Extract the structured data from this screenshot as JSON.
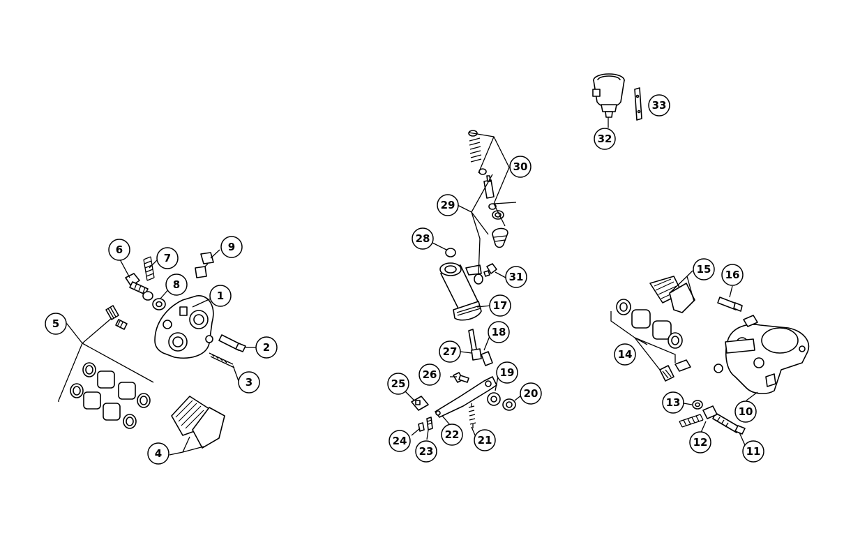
{
  "callouts": [
    "1",
    "2",
    "3",
    "4",
    "5",
    "6",
    "7",
    "8",
    "9",
    "10",
    "11",
    "12",
    "13",
    "14",
    "15",
    "16",
    "17",
    "18",
    "19",
    "20",
    "21",
    "22",
    "23",
    "24",
    "25",
    "26",
    "27",
    "28",
    "29",
    "30",
    "31",
    "32",
    "33"
  ],
  "colors": {
    "line": "#000000",
    "background": "#ffffff"
  }
}
